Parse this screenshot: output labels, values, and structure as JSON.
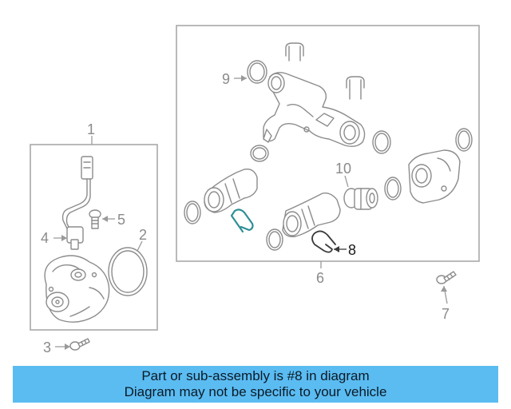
{
  "diagram": {
    "callouts": {
      "c1": "1",
      "c2": "2",
      "c3": "3",
      "c4": "4",
      "c5": "5",
      "c6": "6",
      "c7": "7",
      "c8": "8",
      "c9": "9",
      "c10": "10"
    },
    "highlighted_part": "8",
    "colors": {
      "highlight": "#2f8f96",
      "line": "#8c8c8c"
    }
  },
  "banner": {
    "line1": "Part or sub-assembly is #8 in diagram",
    "line2": "Diagram may not be specific to your vehicle",
    "background": "#5bbcf2"
  }
}
